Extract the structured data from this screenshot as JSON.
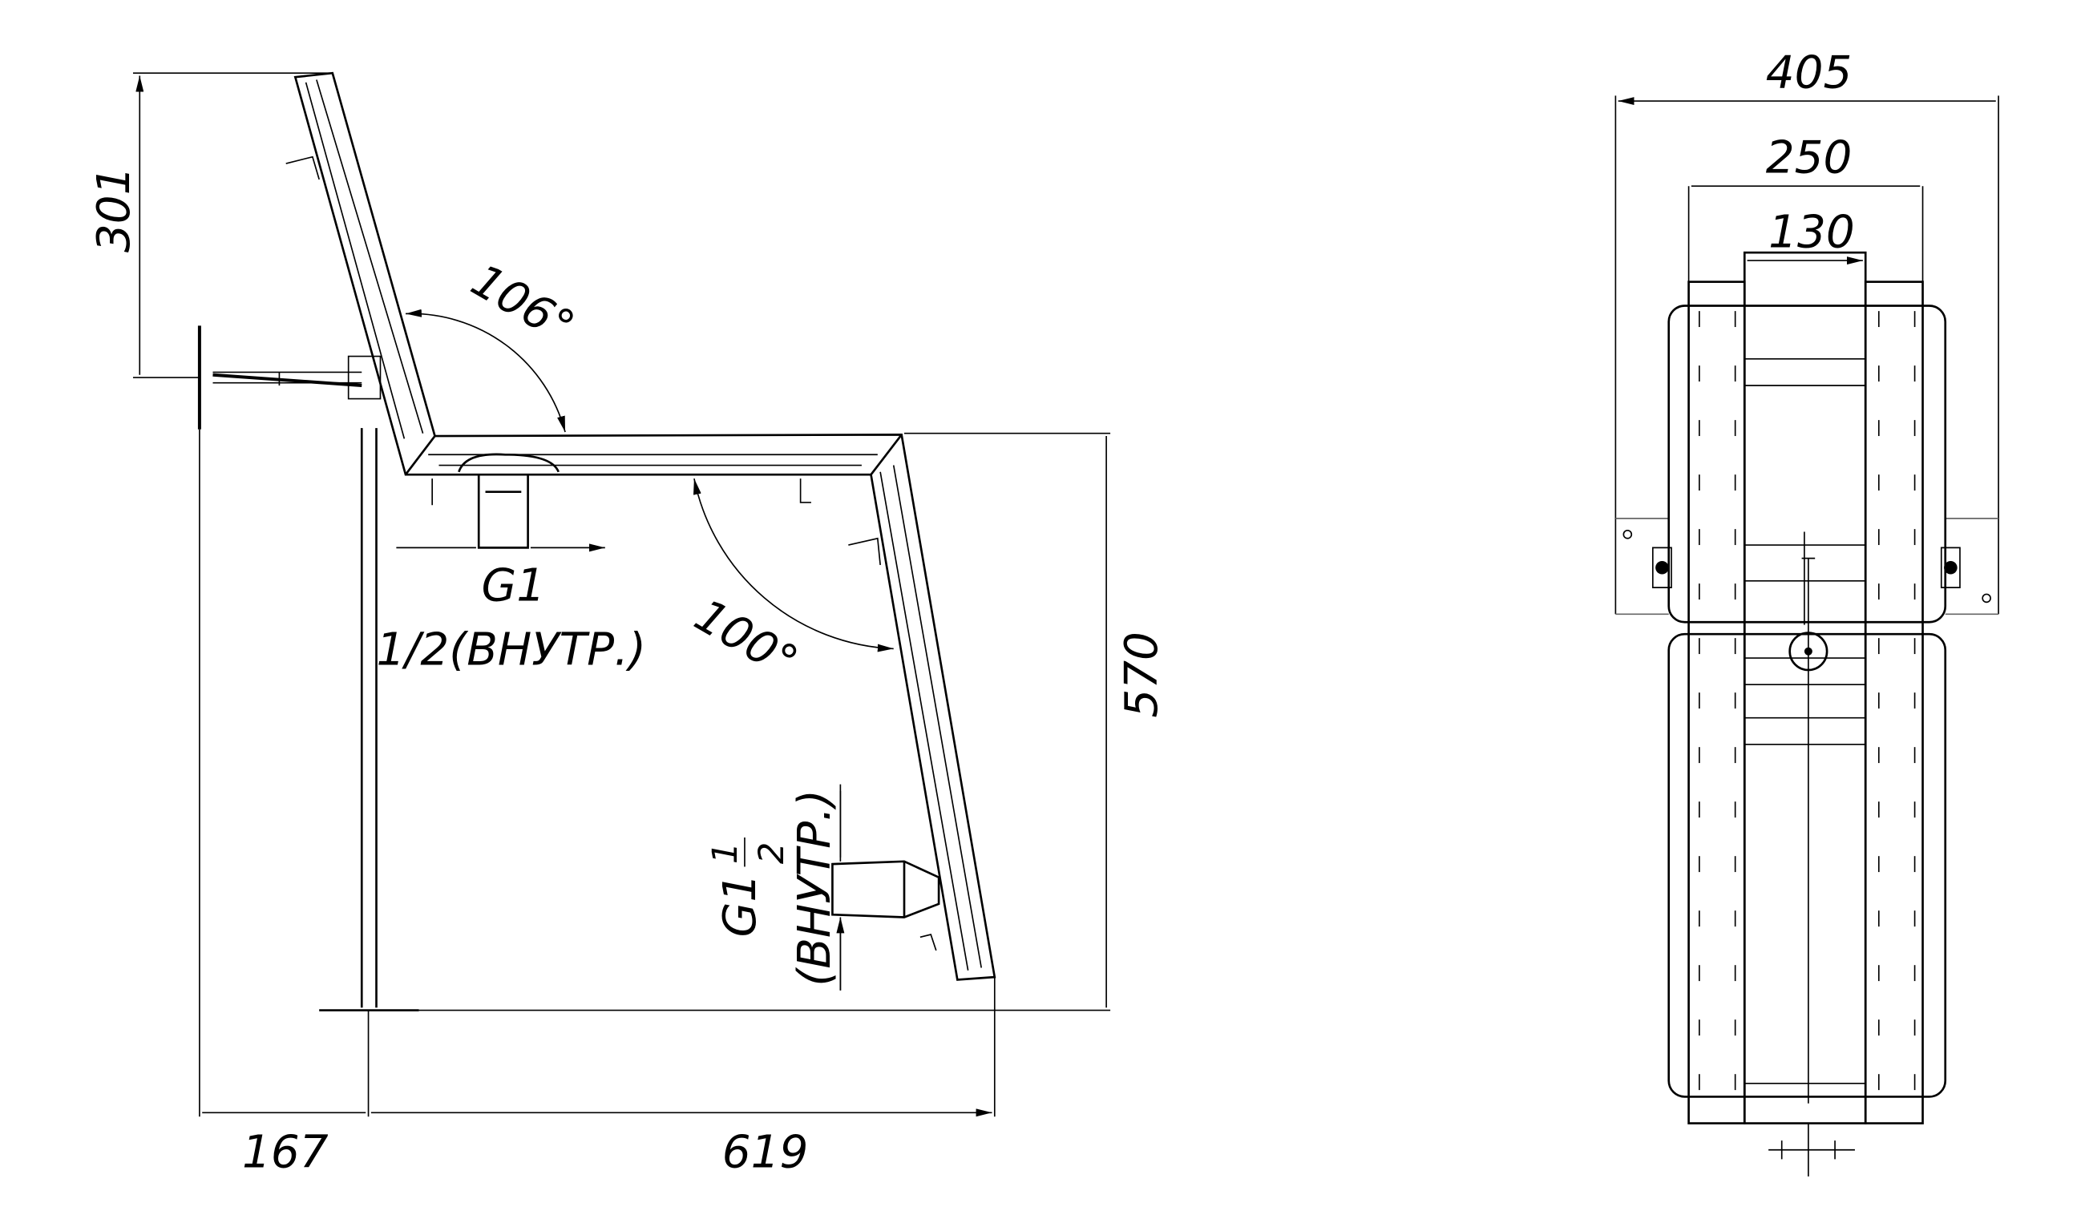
{
  "side_view": {
    "dim_back_height": "301",
    "angle_back": "106°",
    "fitting_top_label": "G1",
    "fitting_top_sub": "1/2(ВНУТР.)",
    "angle_front": "100°",
    "dim_height": "570",
    "fitting_side_label": "G1",
    "fitting_side_num": "1",
    "fitting_side_den": "2",
    "fitting_side_sub": "(ВНУТР.)",
    "dim_offset": "167",
    "dim_depth": "619"
  },
  "front_view": {
    "dim_total_width": "405",
    "dim_inner_width": "250",
    "dim_center_width": "130"
  }
}
